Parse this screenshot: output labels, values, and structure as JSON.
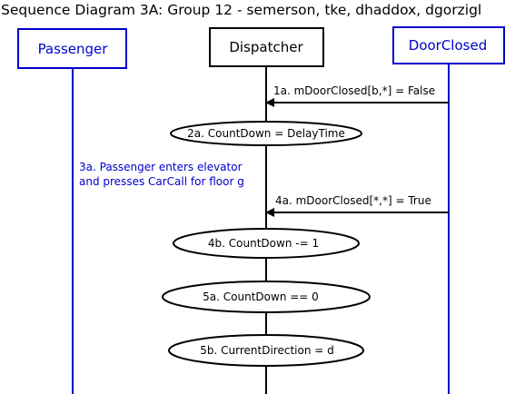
{
  "title": "Sequence Diagram 3A: Group 12 - semerson, tke, dhaddox, dgorzigl",
  "colors": {
    "actor_blue": "#0000cc",
    "actor_black": "#000000",
    "lifeline_blue": "#0000cc",
    "lifeline_black": "#000000"
  },
  "actors": [
    {
      "id": "passenger",
      "label": "Passenger",
      "color": "#0000cc"
    },
    {
      "id": "dispatcher",
      "label": "Dispatcher",
      "color": "#000000"
    },
    {
      "id": "doorclosed",
      "label": "DoorClosed",
      "color": "#0000cc"
    }
  ],
  "messages": [
    {
      "label": "1a. mDoorClosed[b,*] = False",
      "from": "DoorClosed",
      "to": "Dispatcher"
    },
    {
      "label": "4a. mDoorClosed[*,*] = True",
      "from": "DoorClosed",
      "to": "Dispatcher"
    }
  ],
  "states": [
    {
      "label": "2a. CountDown = DelayTime"
    },
    {
      "label": "4b. CountDown -= 1"
    },
    {
      "label": "5a. CountDown == 0"
    },
    {
      "label": "5b. CurrentDirection = d"
    }
  ],
  "note": {
    "line1": "3a. Passenger enters elevator",
    "line2": "and presses CarCall for floor g",
    "color": "#0000cc"
  }
}
